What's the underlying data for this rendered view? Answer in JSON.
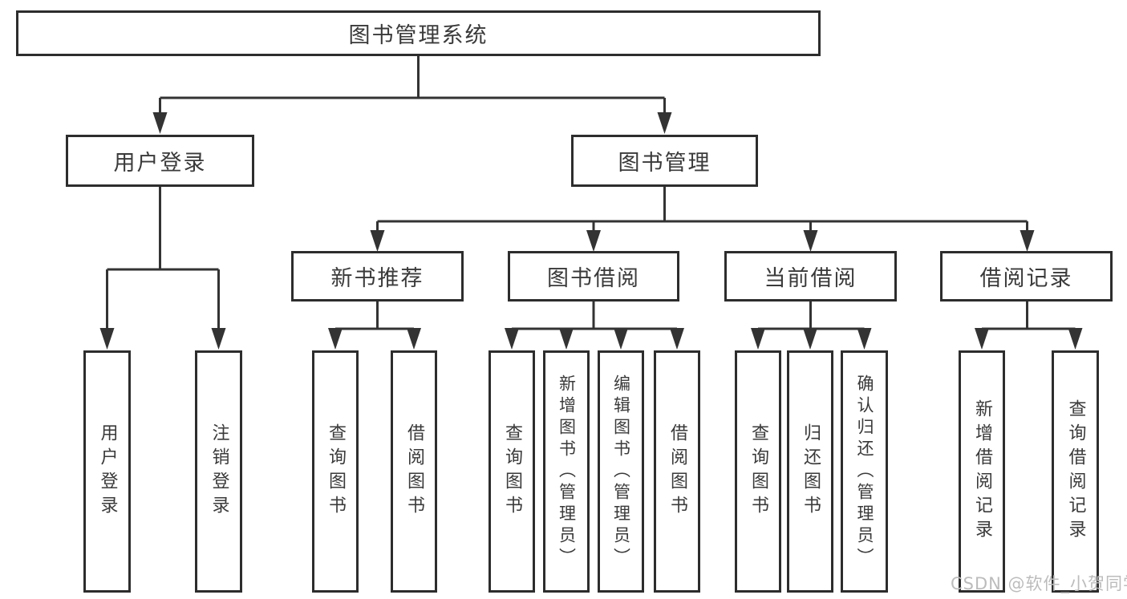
{
  "tree": {
    "label": "图书管理系统",
    "children": [
      {
        "label": "用户登录",
        "children": [
          {
            "label": "用户登录"
          },
          {
            "label": "注销登录"
          }
        ]
      },
      {
        "label": "图书管理",
        "children": [
          {
            "label": "新书推荐",
            "children": [
              {
                "label": "查询图书"
              },
              {
                "label": "借阅图书"
              }
            ]
          },
          {
            "label": "图书借阅",
            "children": [
              {
                "label": "查询图书"
              },
              {
                "label": "新增图书（管理员）"
              },
              {
                "label": "编辑图书（管理员）"
              },
              {
                "label": "借阅图书"
              }
            ]
          },
          {
            "label": "当前借阅",
            "children": [
              {
                "label": "查询图书"
              },
              {
                "label": "归还图书"
              },
              {
                "label": "确认归还（管理员）"
              }
            ]
          },
          {
            "label": "借阅记录",
            "children": [
              {
                "label": "新增借阅记录"
              },
              {
                "label": "查询借阅记录"
              }
            ]
          }
        ]
      }
    ]
  },
  "watermark": {
    "text": "CSDN @软件_小贺同学"
  },
  "colors": {
    "background": "#ffffff",
    "box_fill": "#ffffff",
    "box_border": "#2d2d2d",
    "line": "#333333",
    "text": "#3a3a3a",
    "watermark": "#bcbcbc"
  }
}
